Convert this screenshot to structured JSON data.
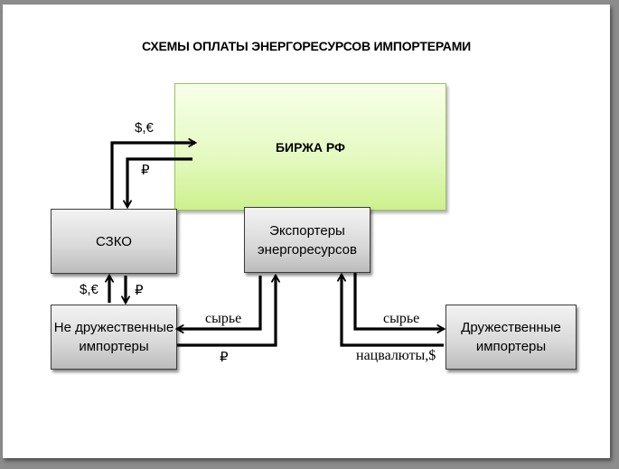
{
  "title": "СХЕМЫ ОПЛАТЫ ЭНЕРГОРЕСУРСОВ ИМПОРТЕРАМИ",
  "nodes": {
    "exchange": "БИРЖА РФ",
    "szko": "СЗКО",
    "exporters": "Экспортеры энергоресурсов",
    "unfriendly": "Не дружественные импортеры",
    "friendly": "Дружественные импортеры"
  },
  "labels": {
    "szko_to_exchange": "$,€",
    "exchange_to_szko": "₽",
    "unfriendly_to_szko": "$,€",
    "szko_to_unfriendly": "₽",
    "raw_to_unfriendly": "сырье",
    "unfriendly_pays": "₽",
    "raw_to_friendly": "сырье",
    "friendly_pays": "нацвалюты,$"
  }
}
